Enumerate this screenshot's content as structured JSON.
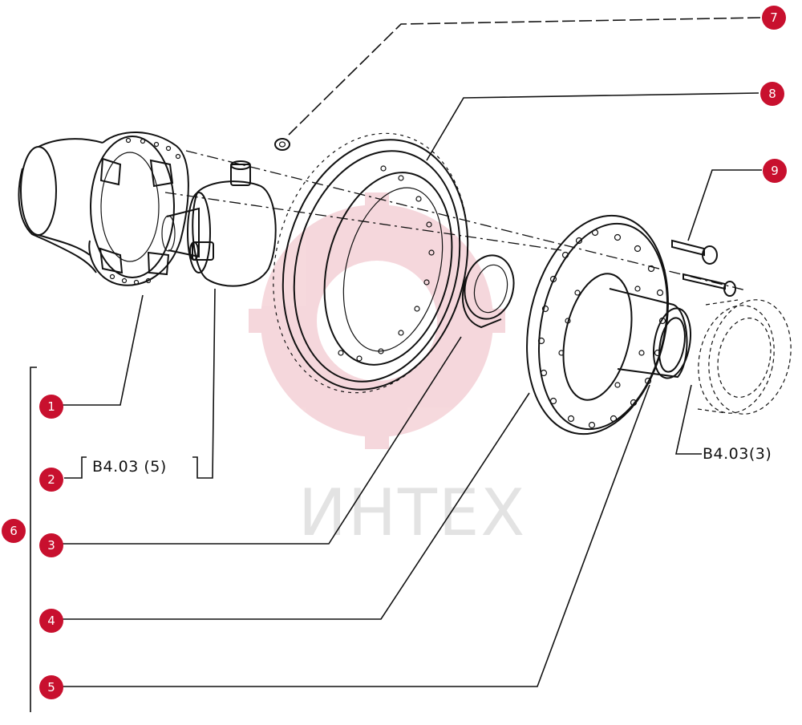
{
  "callouts": [
    {
      "number": "1"
    },
    {
      "number": "2"
    },
    {
      "number": "3"
    },
    {
      "number": "4"
    },
    {
      "number": "5"
    },
    {
      "number": "6"
    },
    {
      "number": "7"
    },
    {
      "number": "8"
    },
    {
      "number": "9"
    }
  ],
  "references": {
    "left": "B4.03 (5)",
    "right": "B4.03(3)"
  },
  "watermark": {
    "text": "ИНТЕХ",
    "color": "#c8102e"
  }
}
